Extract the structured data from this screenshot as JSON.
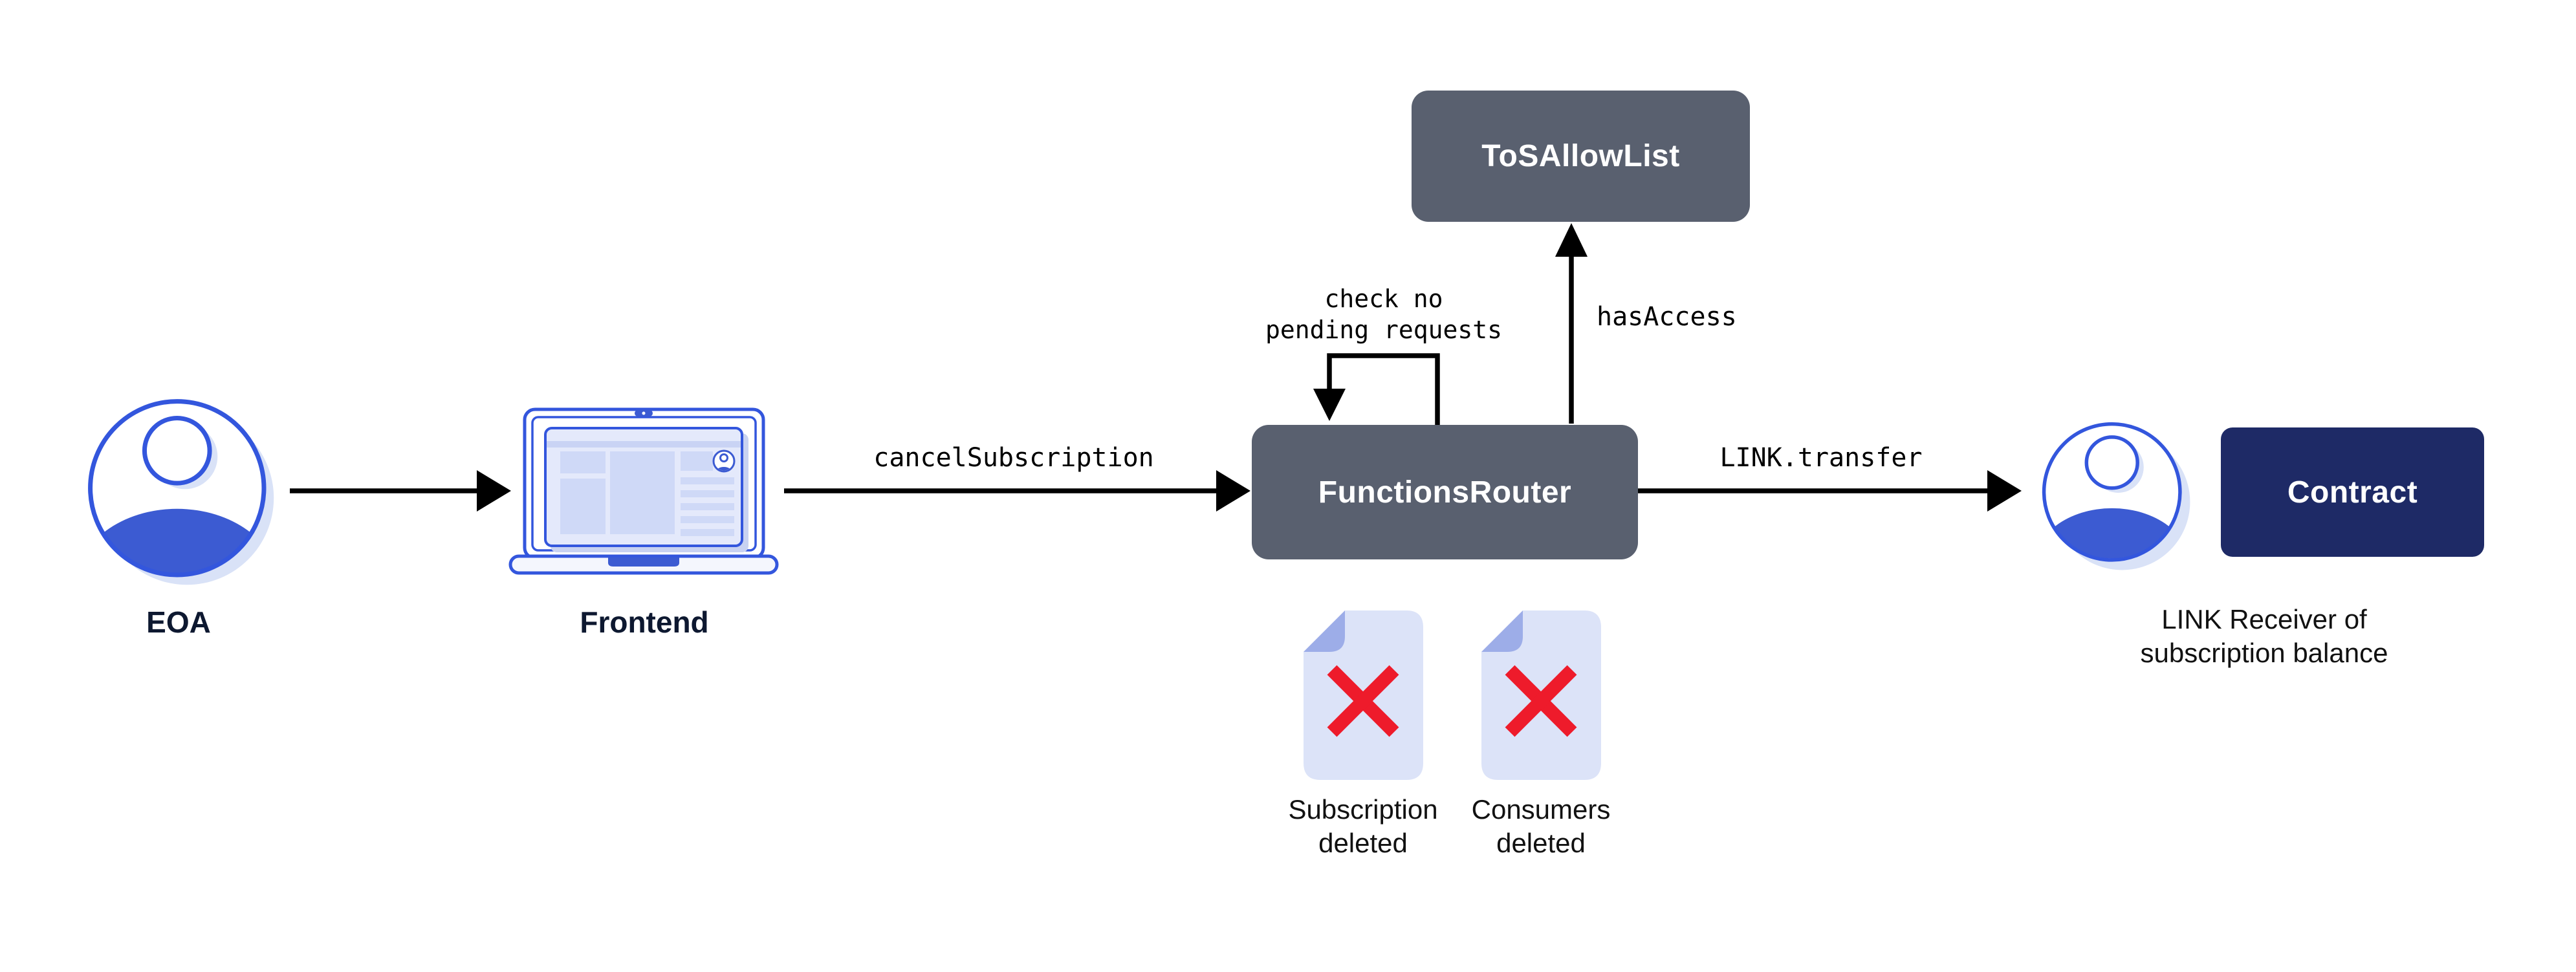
{
  "diagram": {
    "nodes": {
      "eoa": {
        "label": "EOA",
        "icon": "person-icon"
      },
      "frontend": {
        "label": "Frontend",
        "icon": "laptop-icon"
      },
      "functions_router": {
        "label": "FunctionsRouter"
      },
      "tos_allow_list": {
        "label": "ToSAllowList"
      },
      "contract": {
        "label": "Contract"
      },
      "link_receiver": {
        "label_line1": "LINK Receiver of",
        "label_line2": "subscription balance",
        "icon": "person-icon"
      }
    },
    "edges": {
      "cancel_subscription": {
        "label": "cancelSubscription",
        "from": "Frontend",
        "to": "FunctionsRouter"
      },
      "check_pending": {
        "label_line1": "check no",
        "label_line2": "pending requests",
        "from": "FunctionsRouter",
        "to": "FunctionsRouter"
      },
      "has_access": {
        "label": "hasAccess",
        "from": "FunctionsRouter",
        "to": "ToSAllowList"
      },
      "link_transfer": {
        "label": "LINK.transfer",
        "from": "FunctionsRouter",
        "to": "LINK Receiver"
      },
      "eoa_to_frontend": {
        "label": "",
        "from": "EOA",
        "to": "Frontend"
      }
    },
    "statuses": {
      "subscription_deleted": {
        "line1": "Subscription",
        "line2": "deleted",
        "icon": "deleted-document-icon"
      },
      "consumers_deleted": {
        "line1": "Consumers",
        "line2": "deleted",
        "icon": "deleted-document-icon"
      }
    }
  },
  "colors": {
    "accent_blue": "#3356DD",
    "fill_blue": "#3C5BD2",
    "light_lavender": "#DCE3F8",
    "shadow_lavender": "#D9E2F7",
    "fold_periwinkle": "#9DADE8",
    "slate_box": "#59606F",
    "navy_box": "#1E2A66",
    "red_x": "#EE1B2B",
    "text_dark": "#0D1830",
    "arrow_black": "#000000"
  }
}
